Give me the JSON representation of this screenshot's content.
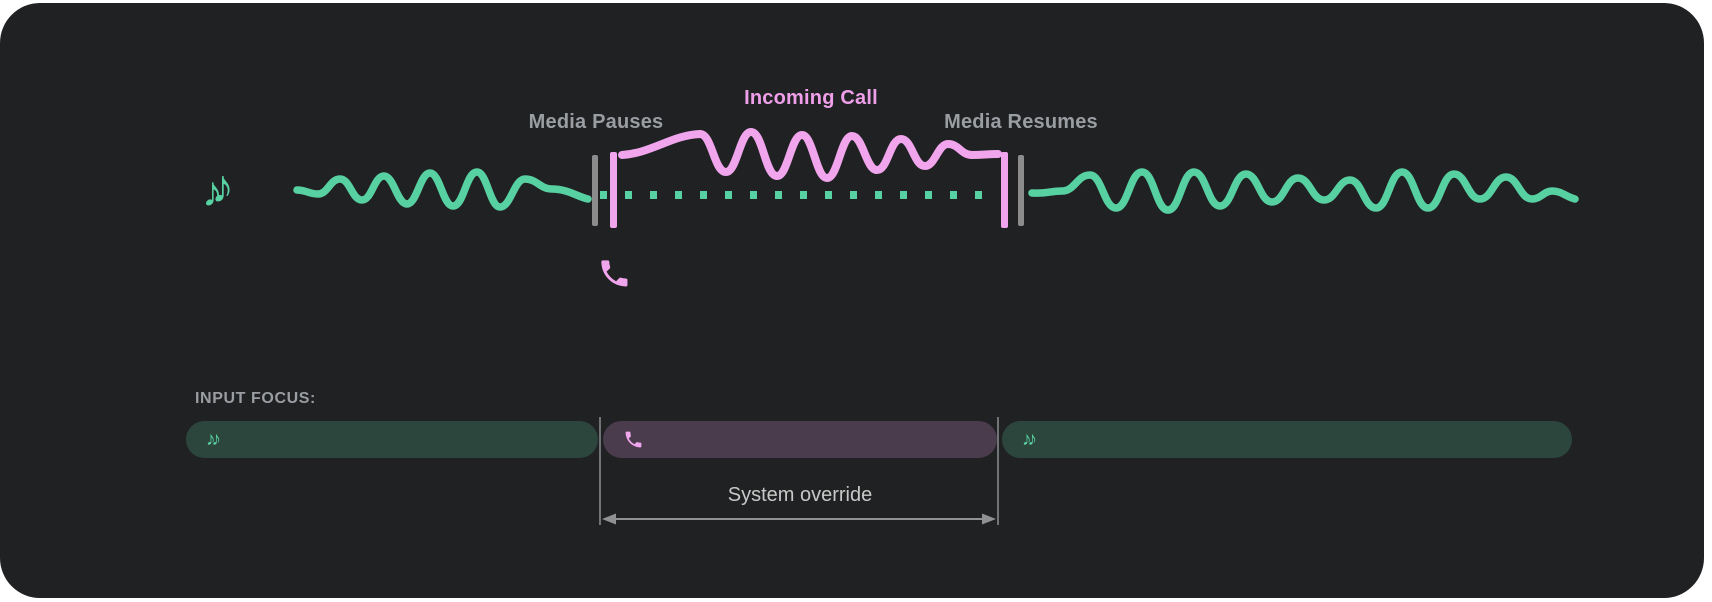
{
  "colors": {
    "page_bg": "#ffffff",
    "card_bg": "#202123",
    "media_green": "#58d1a2",
    "call_pink": "#f0a5ec",
    "incoming_call_text": "#ef9fe9",
    "label_gray": "#9a9da1",
    "gray_bar": "#8c8c8c",
    "vline_gray": "#717477",
    "arrow_gray": "#8f9193",
    "override_text": "#c7c9c7",
    "focus_media_bg": "#2d463d",
    "focus_call_bg": "#4a3b4d"
  },
  "icons": {
    "music_note": "♪",
    "music_notes": "♪♪"
  },
  "timeline": {
    "media_pauses_label": "Media Pauses",
    "incoming_call_label": "Incoming Call",
    "media_resumes_label": "Media Resumes"
  },
  "input_focus": {
    "heading": "INPUT FOCUS:",
    "segments": [
      {
        "name": "media-before-call",
        "type": "media"
      },
      {
        "name": "incoming-call",
        "type": "call"
      },
      {
        "name": "media-after-call",
        "type": "media"
      }
    ],
    "override_label": "System override"
  }
}
